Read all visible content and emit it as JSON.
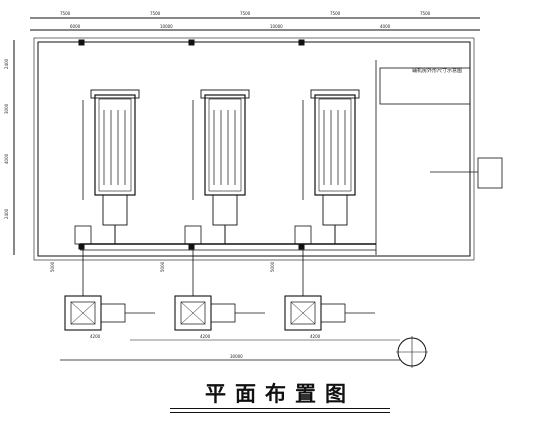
{
  "title": "平面布置图",
  "dimensions": {
    "top_outer": [
      "7500",
      "7500",
      "7500",
      "7500",
      "7500"
    ],
    "top_inner": [
      "6000",
      "10000",
      "10000",
      "4000"
    ],
    "left_side": [
      "2400",
      "3000",
      "4000",
      "2400"
    ],
    "bottom": [
      "4200",
      "4200",
      "4200",
      "30000"
    ],
    "pump_spans": [
      "5000",
      "5000",
      "5000"
    ]
  },
  "annotations": {
    "equipment_room_label": "辅机房外形尺寸示意图"
  },
  "units": [
    {
      "name": "unit-1"
    },
    {
      "name": "unit-2"
    },
    {
      "name": "unit-3"
    }
  ]
}
